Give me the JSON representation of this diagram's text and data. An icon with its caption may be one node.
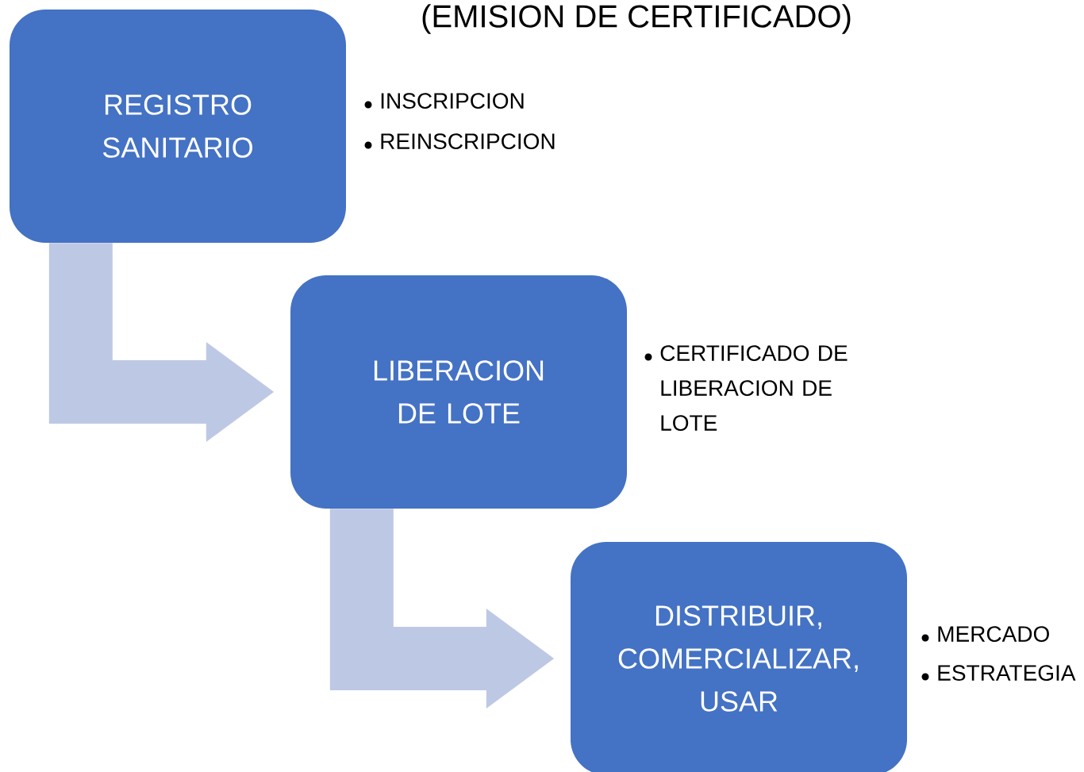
{
  "diagram": {
    "title": "(EMISION DE CERTIFICADO)",
    "nodes": [
      {
        "text": [
          "REGISTRO SANITARIO"
        ],
        "beside": [
          "INSCRIPCION",
          "REINSCRIPCION"
        ]
      },
      {
        "text": [
          "LIBERACION DE LOTE"
        ],
        "beside": [
          "CERTIFICADO DE LIBERACION DE LOTE"
        ]
      },
      {
        "text": [
          "DISTRIBUIR, COMERCIALIZAR, USAR"
        ],
        "beside": [
          "MERCADO",
          "ESTRATEGIA"
        ]
      }
    ],
    "edges": [
      {
        "from": 0,
        "to": 1,
        "arrow": "to"
      },
      {
        "from": 1,
        "to": 2,
        "arrow": "to"
      }
    ]
  }
}
